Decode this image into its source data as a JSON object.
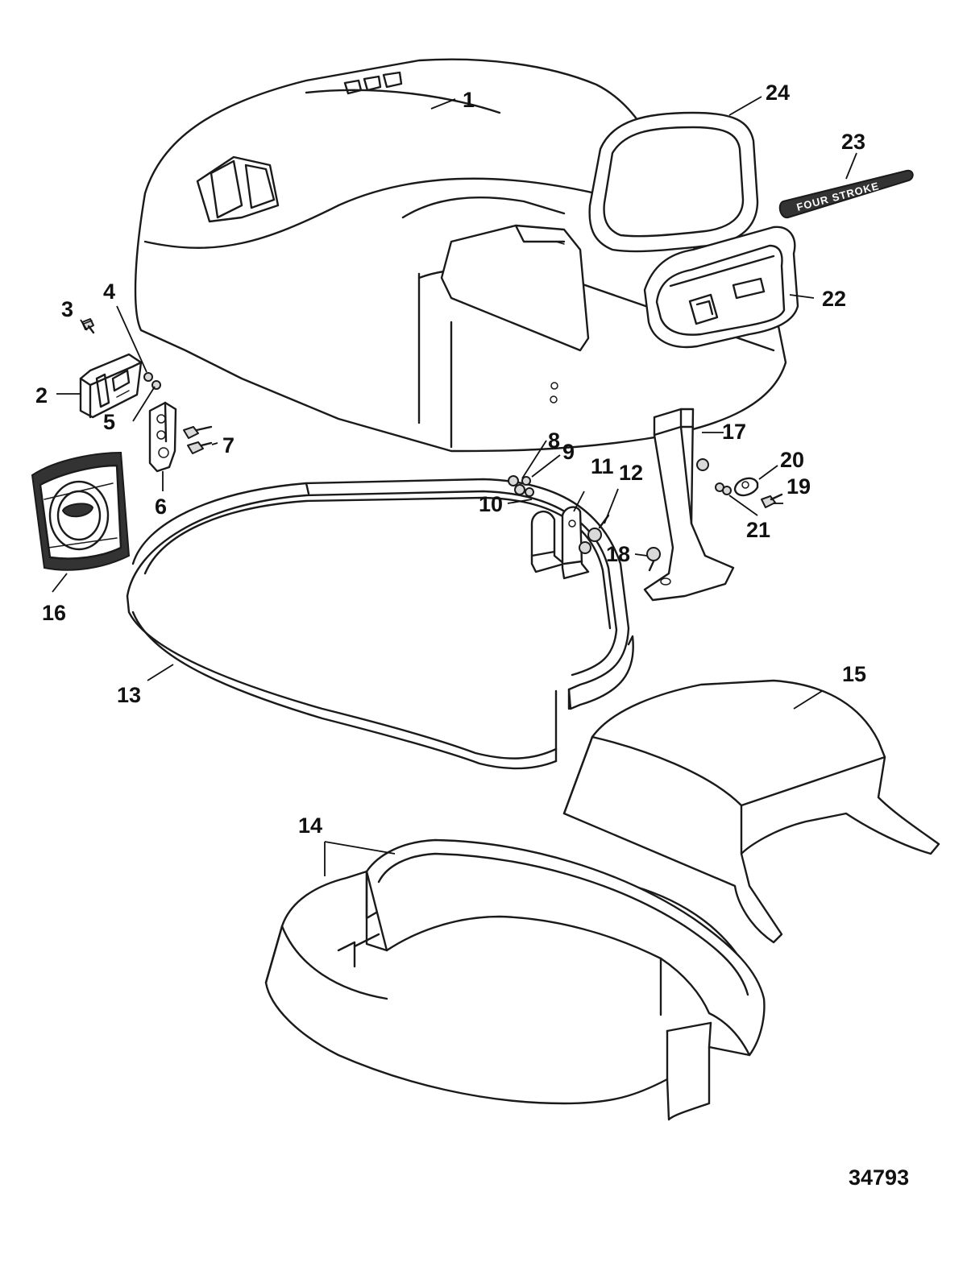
{
  "diagram_number": "34793",
  "decal_text": "FOUR STROKE",
  "callouts": [
    "1",
    "2",
    "3",
    "4",
    "5",
    "6",
    "7",
    "8",
    "9",
    "10",
    "11",
    "12",
    "13",
    "14",
    "15",
    "16",
    "17",
    "18",
    "19",
    "20",
    "21",
    "22",
    "23",
    "24"
  ]
}
